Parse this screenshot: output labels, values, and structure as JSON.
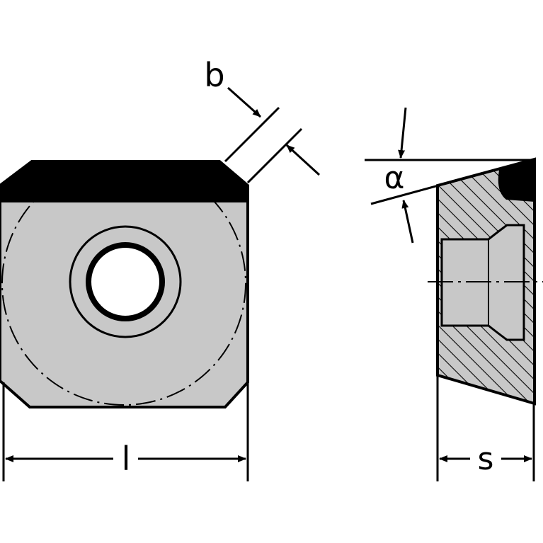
{
  "labels": {
    "chamfer_width": "b",
    "angle": "α",
    "edge_length": "l",
    "thickness": "s"
  },
  "colors": {
    "body_fill": "#c8c8c8",
    "edge_band": "#000000",
    "line": "#000000",
    "background": "#ffffff"
  }
}
